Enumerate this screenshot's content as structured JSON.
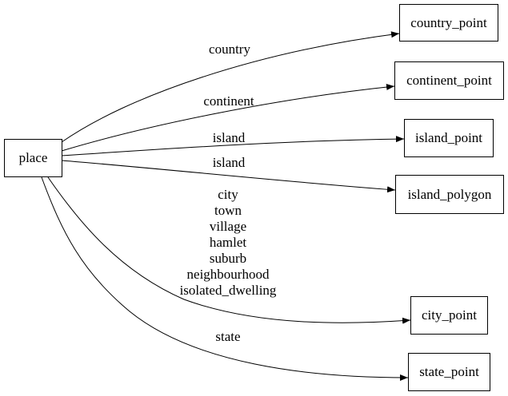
{
  "diagram": {
    "type": "directed-graph",
    "background_color": "#ffffff",
    "stroke_color": "#000000",
    "text_color": "#000000",
    "nodes": [
      {
        "id": "place",
        "label": "place"
      },
      {
        "id": "country_point",
        "label": "country_point"
      },
      {
        "id": "continent_point",
        "label": "continent_point"
      },
      {
        "id": "island_point",
        "label": "island_point"
      },
      {
        "id": "island_polygon",
        "label": "island_polygon"
      },
      {
        "id": "city_point",
        "label": "city_point"
      },
      {
        "id": "state_point",
        "label": "state_point"
      }
    ],
    "edges": [
      {
        "from": "place",
        "to": "country_point",
        "label": "country"
      },
      {
        "from": "place",
        "to": "continent_point",
        "label": "continent"
      },
      {
        "from": "place",
        "to": "island_point",
        "label": "island"
      },
      {
        "from": "place",
        "to": "island_polygon",
        "label": "island"
      },
      {
        "from": "place",
        "to": "city_point",
        "label": "city\ntown\nvillage\nhamlet\nsuburb\nneighbourhood\nisolated_dwelling"
      },
      {
        "from": "place",
        "to": "state_point",
        "label": "state"
      }
    ]
  }
}
